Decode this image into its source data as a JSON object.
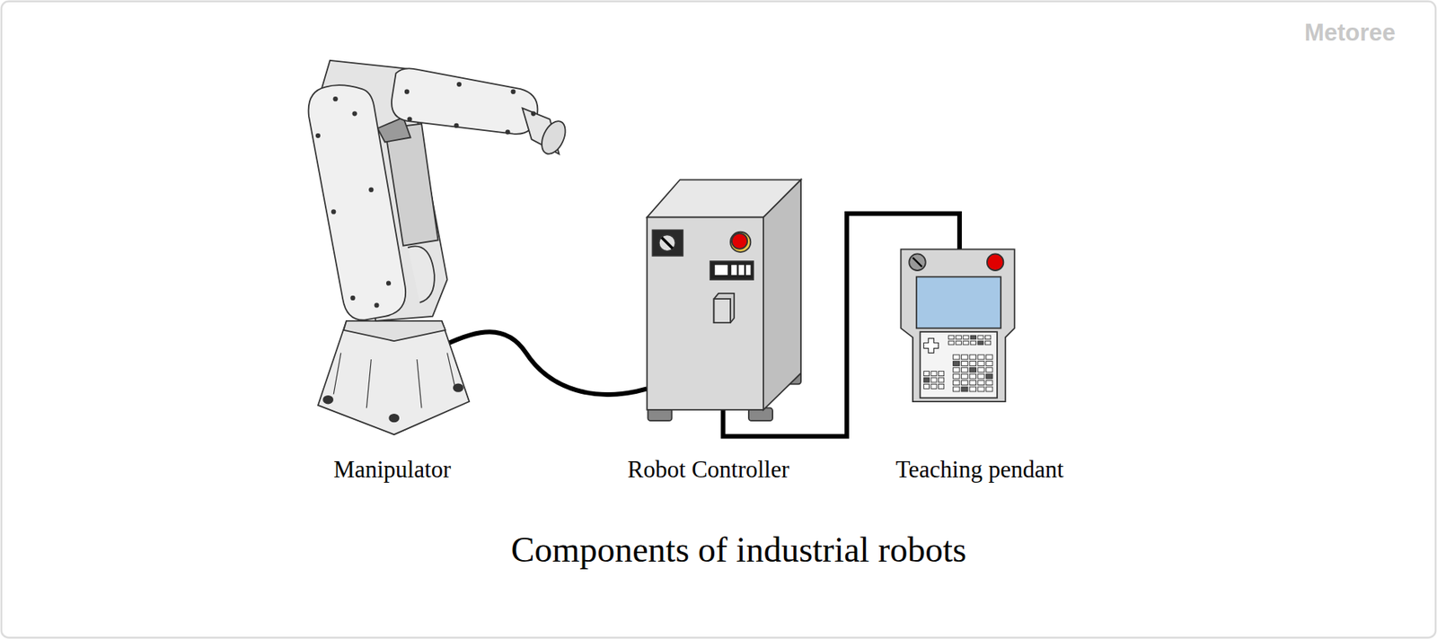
{
  "diagram": {
    "caption": "Components of industrial robots",
    "labels": [
      "Metoree",
      "Manipulator",
      "Robot Controller",
      "Teaching pendant"
    ]
  }
}
